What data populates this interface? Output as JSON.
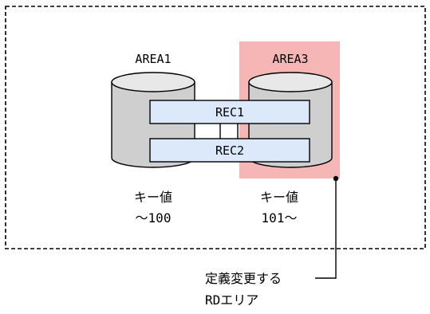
{
  "areas": [
    {
      "label": "AREA1",
      "key_label": "キー値",
      "key_range": "～100"
    },
    {
      "label": "AREA3",
      "key_label": "キー値",
      "key_range": "101～"
    }
  ],
  "records": [
    {
      "label": "REC1"
    },
    {
      "label": "REC2"
    }
  ],
  "callout": {
    "line1": "定義変更する",
    "line2": "RDエリア"
  },
  "colors": {
    "highlight": "#f7b6b6",
    "record_fill": "#dbe9fb",
    "cylinder_fill": "#cfcfcf",
    "cylinder_top": "#e8e8e8",
    "stroke": "#000000"
  }
}
